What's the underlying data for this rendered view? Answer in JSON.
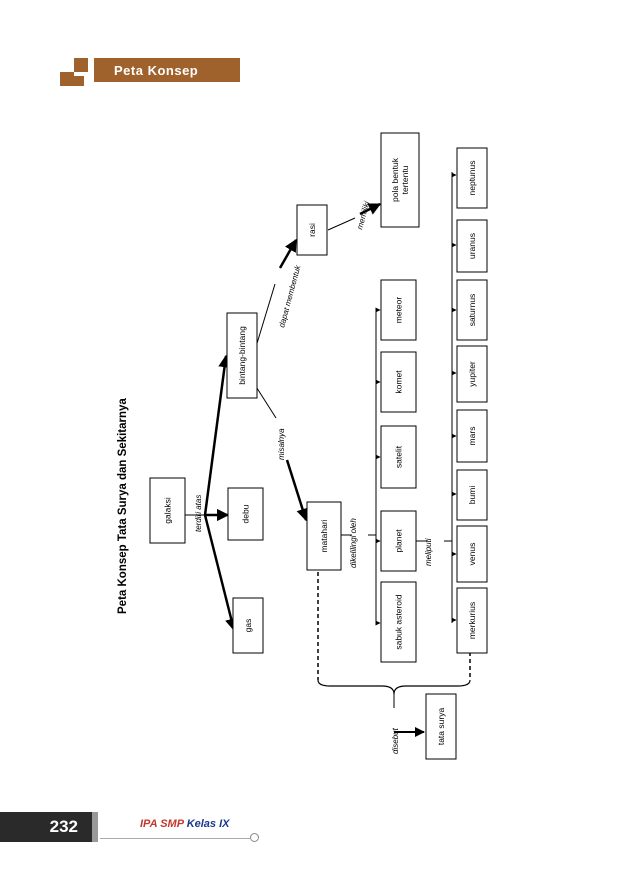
{
  "header": {
    "title": "Peta Konsep"
  },
  "diagram": {
    "title": "Peta Konsep Tata Surya dan Sekitarnya",
    "nodes": {
      "galaksi": "galaksi",
      "gas": "gas",
      "debu": "debu",
      "bintang": "bintang-bintang",
      "rasi": "rasi",
      "pola1": "pola bentuk",
      "pola2": "tertentu",
      "matahari": "matahari",
      "sabuk": "sabuk asteroid",
      "planet": "planet",
      "satelit": "satelit",
      "komet": "komet",
      "meteor": "meteor",
      "merkurius": "merkurius",
      "venus": "venus",
      "bumi": "bumi",
      "mars": "mars",
      "yupiter": "yupiter",
      "saturnus": "saturnus",
      "uranus": "uranus",
      "neptunus": "neptunus",
      "tatasurya": "tata surya"
    },
    "links": {
      "terdiri": "terdiri atas",
      "dapat": "dapat membentuk",
      "memiliki": "memiliki",
      "misalnya": "misalnya",
      "dikelilingi": "dikelilingi oleh",
      "meliputi": "meliputi",
      "disebut": "disebut"
    }
  },
  "footer": {
    "page_number": "232",
    "ipa": "IPA",
    "smp": "SMP",
    "kelas": "Kelas IX",
    "colors": {
      "ipa": "#c0392b",
      "smp": "#c0392b",
      "kelas": "#1a3a8c"
    }
  }
}
